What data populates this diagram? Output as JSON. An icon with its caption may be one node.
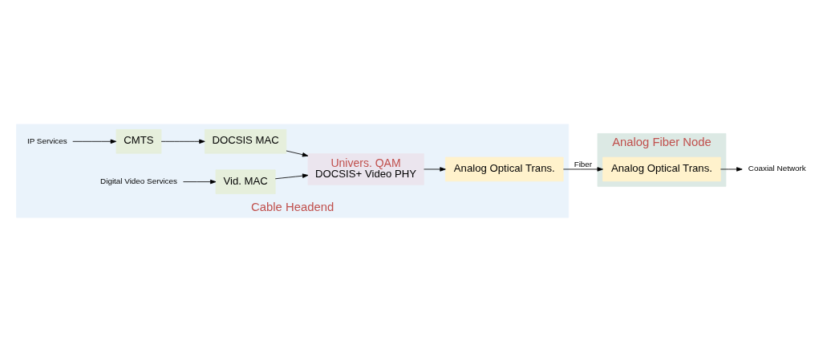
{
  "diagram": {
    "nodes": [
      {
        "text": [
          "Cable Headend"
        ]
      },
      {
        "text": [
          "IP Services"
        ],
        "in": 0
      },
      {
        "text": [
          "CMTS"
        ],
        "in": 0
      },
      {
        "text": [
          "DOCSIS MAC"
        ],
        "in": 0
      },
      {
        "text": [
          "Digital Video Services"
        ],
        "in": 0
      },
      {
        "text": [
          "Vid. MAC"
        ],
        "in": 0
      },
      {
        "text": [
          "Univers. QAM",
          "DOCSIS+ Video PHY"
        ],
        "in": 0
      },
      {
        "text": [
          "Analog Optical Trans."
        ],
        "in": 0
      },
      {
        "text": [
          "Analog Fiber Node"
        ]
      },
      {
        "text": [
          "Analog Optical Trans."
        ],
        "in": 8
      },
      {
        "text": [
          "Coaxial Network"
        ]
      }
    ],
    "edges": [
      {
        "from": 1,
        "to": 2,
        "arrow": "to"
      },
      {
        "from": 2,
        "to": 3,
        "arrow": "to"
      },
      {
        "from": 3,
        "to": 6,
        "arrow": "to"
      },
      {
        "from": 4,
        "to": 5,
        "arrow": "to"
      },
      {
        "from": 5,
        "to": 6,
        "arrow": "to"
      },
      {
        "from": 6,
        "to": 7,
        "arrow": "to"
      },
      {
        "from": 7,
        "to": 9,
        "arrow": "to",
        "label": "Fiber"
      },
      {
        "from": 9,
        "to": 10,
        "arrow": "to"
      }
    ]
  }
}
